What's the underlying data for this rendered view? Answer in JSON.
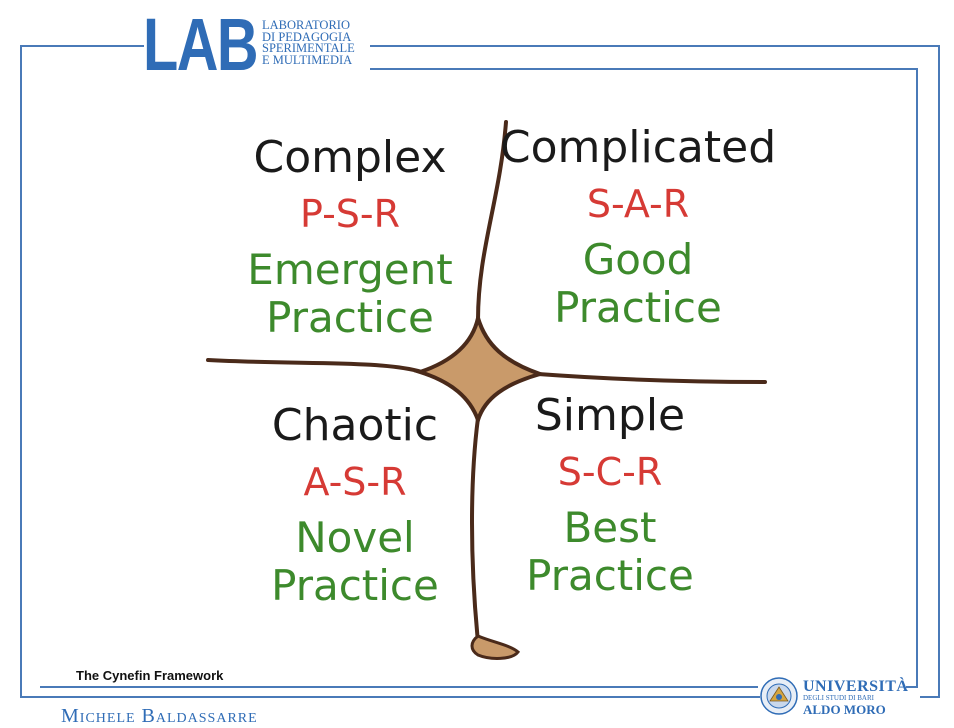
{
  "logo": {
    "mark": "LAB",
    "subtitle_lines": [
      "Laboratorio",
      "di Pedagogia",
      "Sperimentale",
      "e Multimedia"
    ]
  },
  "quadrants": {
    "complex": {
      "name": "Complex",
      "code": "P-S-R",
      "practice_line1": "Emergent",
      "practice_line2": "Practice"
    },
    "complicated": {
      "name": "Complicated",
      "code": "S-A-R",
      "practice_line1": "Good",
      "practice_line2": "Practice"
    },
    "chaotic": {
      "name": "Chaotic",
      "code": "A-S-R",
      "practice_line1": "Novel",
      "practice_line2": "Practice"
    },
    "simple": {
      "name": "Simple",
      "code": "S-C-R",
      "practice_line1": "Best",
      "practice_line2": "Practice"
    }
  },
  "caption": "The Cynefin Framework",
  "author": "Michele Baldassarre",
  "university": {
    "line1": "UNIVERSITÀ",
    "line2": "DEGLI STUDI DI BARI",
    "line3": "ALDO MORO"
  },
  "colors": {
    "frame": "#4a7ab8",
    "logo": "#2f6cb6",
    "domain_name": "#1a1a1a",
    "code": "#d63a35",
    "practice": "#3d8a2c",
    "center_fill": "#c99a6a",
    "lines": "#4a2a1a"
  }
}
